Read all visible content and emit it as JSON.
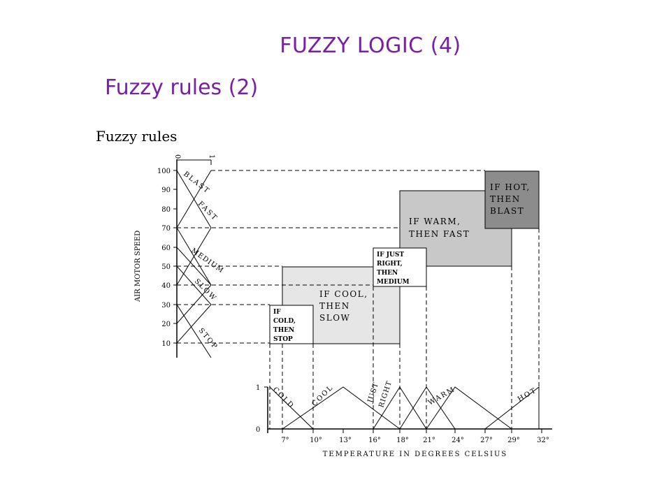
{
  "slide": {
    "title": "FUZZY LOGIC (4)",
    "subtitle": "Fuzzy rules (2)"
  },
  "diagram": {
    "heading": "Fuzzy rules",
    "y_axis": {
      "label": "AIR MOTOR SPEED",
      "ticks": [
        "100",
        "90",
        "80",
        "70",
        "60",
        "50",
        "40",
        "30",
        "20",
        "10"
      ],
      "membership_ticks": [
        "0",
        "1"
      ],
      "sets": [
        "BLAST",
        "FAST",
        "MEDIUM",
        "SLOW",
        "STOP"
      ]
    },
    "x_axis": {
      "label": "TEMPERATURE IN DEGREES CELSIUS",
      "ticks": [
        "7°",
        "10°",
        "13°",
        "16°",
        "18°",
        "21°",
        "24°",
        "27°",
        "29°",
        "32°"
      ],
      "membership_ticks": [
        "1",
        "0"
      ],
      "sets": [
        "COLD",
        "COOL",
        "JUST",
        "RIGHT",
        "WARM",
        "HOT"
      ]
    },
    "rules": [
      {
        "lines": [
          "IF",
          "COLD,",
          "THEN",
          "STOP"
        ]
      },
      {
        "lines": [
          "IF COOL,",
          "THEN",
          "SLOW"
        ]
      },
      {
        "lines": [
          "IF JUST",
          "RIGHT,",
          "THEN",
          "MEDIUM"
        ]
      },
      {
        "lines": [
          "IF WARM,",
          "THEN FAST"
        ]
      },
      {
        "lines": [
          "IF HOT,",
          "THEN",
          "BLAST"
        ]
      }
    ],
    "colors": {
      "title": "#7a1ea6",
      "cool_box": "#e6e6e6",
      "warm_box": "#c8c8c8",
      "hot_box": "#8c8c8c",
      "line": "#000000"
    }
  }
}
